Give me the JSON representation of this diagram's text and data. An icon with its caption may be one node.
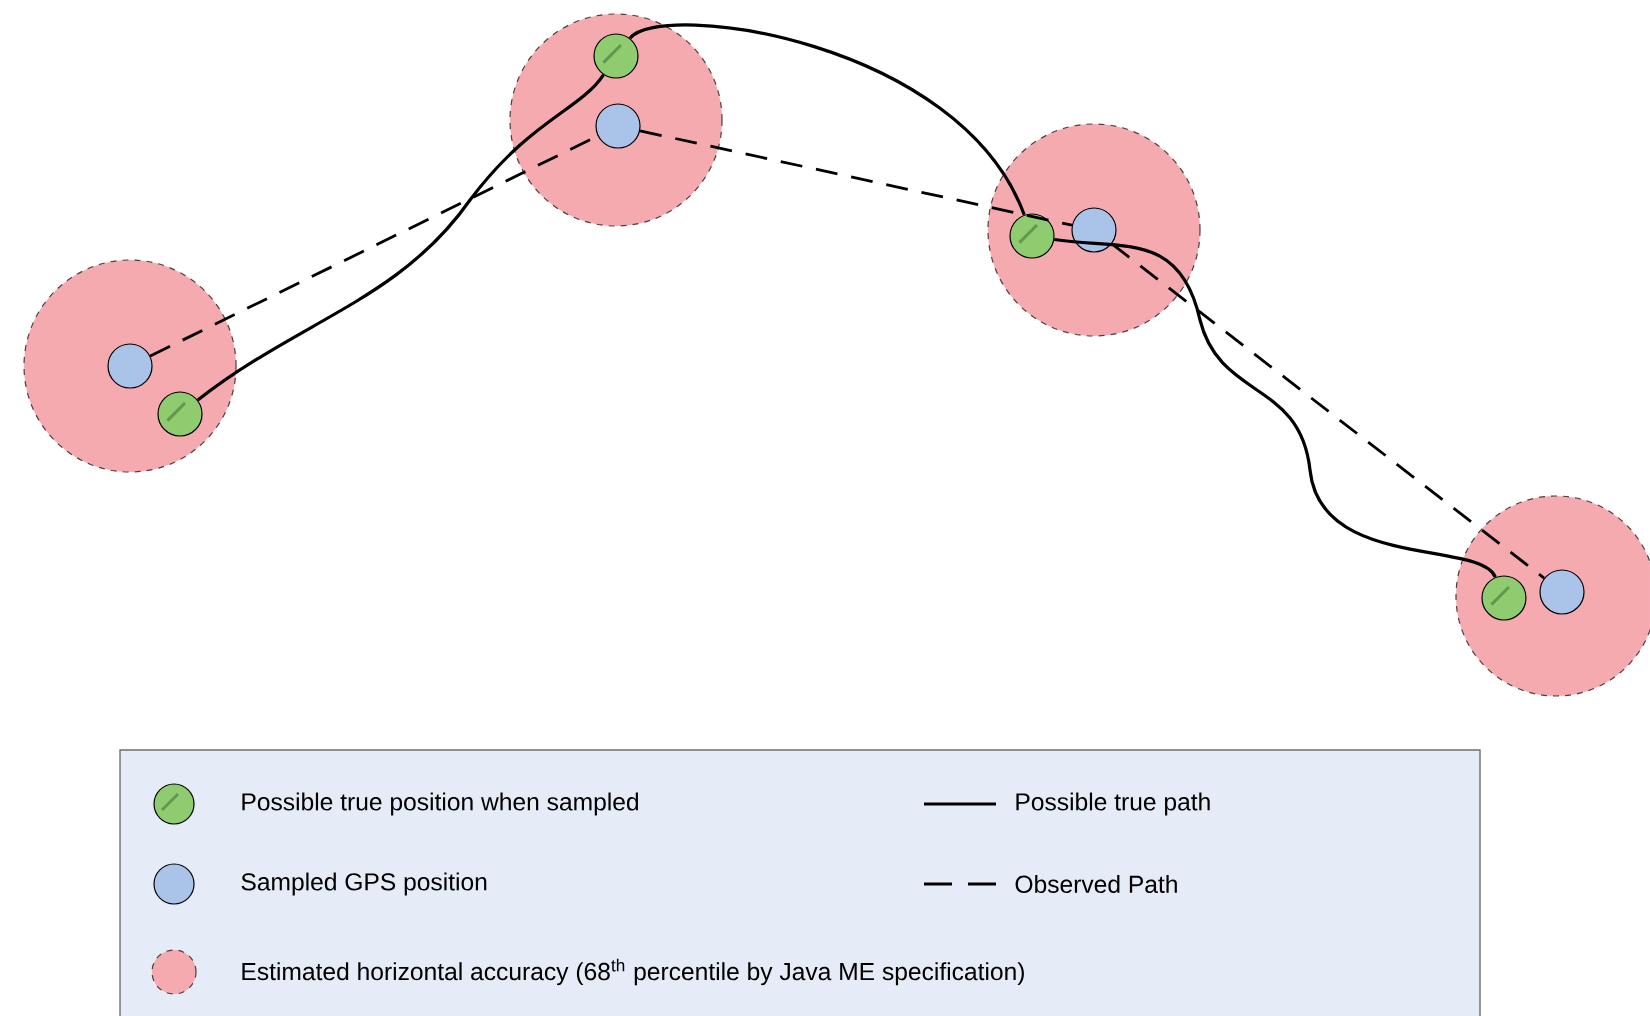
{
  "diagram": {
    "nodes": [
      {
        "text": [],
        "shape": "circle"
      },
      {
        "text": [],
        "shape": "circle",
        "in": 0
      },
      {
        "text": [],
        "shape": "circle",
        "in": 0
      },
      {
        "text": [],
        "shape": "circle"
      },
      {
        "text": [],
        "shape": "circle",
        "in": 3
      },
      {
        "text": [],
        "shape": "circle",
        "in": 3
      },
      {
        "text": [],
        "shape": "circle"
      },
      {
        "text": [],
        "shape": "circle",
        "in": 6
      },
      {
        "text": [],
        "shape": "circle",
        "in": 6
      },
      {
        "text": [],
        "shape": "circle"
      },
      {
        "text": [],
        "shape": "circle",
        "in": 9
      },
      {
        "text": [],
        "shape": "circle",
        "in": 9
      }
    ],
    "edges": [
      {
        "from": 2,
        "to": 4,
        "arrow": "none"
      },
      {
        "from": 4,
        "to": 7,
        "arrow": "none"
      },
      {
        "from": 7,
        "to": 10,
        "arrow": "none"
      },
      {
        "from": 1,
        "to": 5,
        "arrow": "none",
        "style": "dashed"
      },
      {
        "from": 5,
        "to": 8,
        "arrow": "none",
        "style": "dashed"
      },
      {
        "from": 8,
        "to": 11,
        "arrow": "none",
        "style": "dashed"
      }
    ],
    "legend": [
      {
        "text": "Possible true position when sampled"
      },
      {
        "text": "Possible true path"
      },
      {
        "text": "Sampled GPS position",
        "color": "#a9c4e8"
      },
      {
        "text": "Observed Path"
      },
      {
        "text": "Estimated horizontal accuracy (68$^{th}$ percentile by Java ME specification)",
        "color": "#f5aab0"
      }
    ]
  }
}
